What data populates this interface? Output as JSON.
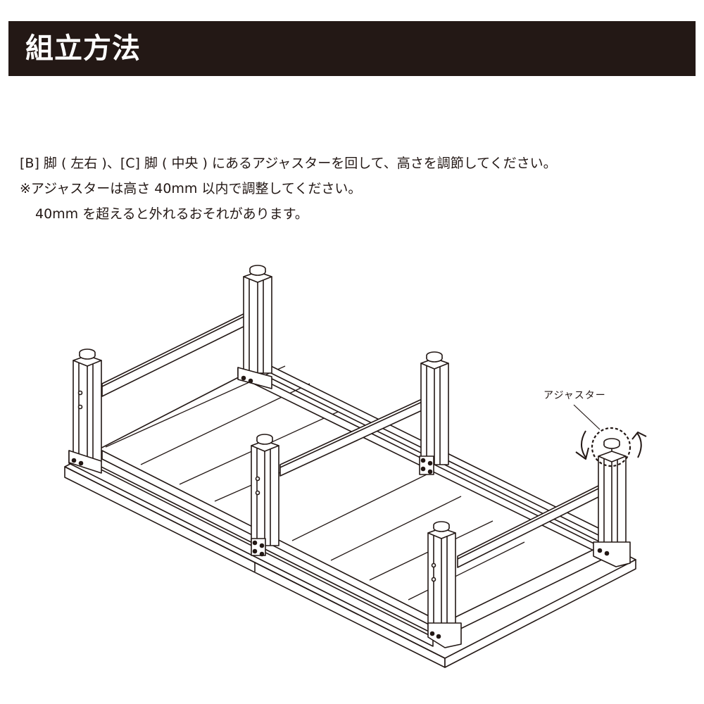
{
  "header": {
    "title": "組立方法",
    "background_color": "#231815",
    "text_color": "#ffffff"
  },
  "instructions": {
    "line1": "[B] 脚 ( 左右 )、[C] 脚 ( 中央 ) にあるアジャスターを回して、高さを調節してください。",
    "line2": "※アジャスターは高さ 40mm 以内で調整してください。",
    "line3": "40mm を超えると外れるおそれがあります。"
  },
  "diagram": {
    "description": "Upside-down table frame with six legs showing adjuster rotation",
    "callout": {
      "label": "アジャスター",
      "icon": "rotate-arrows-icon"
    },
    "leg_count": 6
  }
}
